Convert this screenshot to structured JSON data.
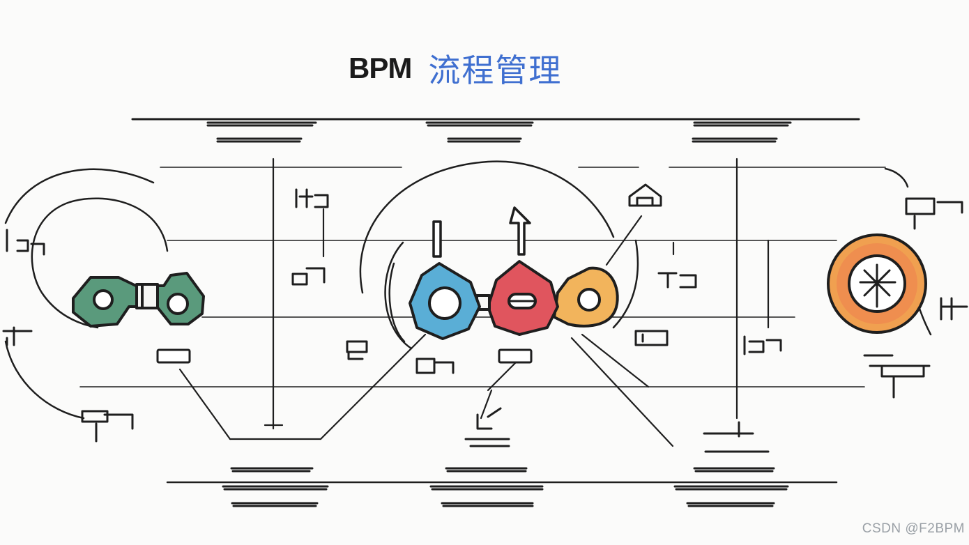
{
  "header": {
    "title_main": "BPM",
    "title_cn": "流程管理"
  },
  "watermark": {
    "text": "CSDN @F2BPM"
  },
  "colors": {
    "green_node": "#5a9a7c",
    "blue_node": "#5aaed6",
    "red_node": "#e0555e",
    "yellow_node": "#f2b45c",
    "ring_outer": "#ef8f4e",
    "ring_inner_light": "#f6c067",
    "title_accent": "#3f6fd0",
    "line": "#1e1e1e"
  },
  "icons": [
    "link-node-icon",
    "chain-node-icon",
    "gear-ring-icon",
    "home-icon",
    "arrow-up-icon",
    "box-icon"
  ]
}
